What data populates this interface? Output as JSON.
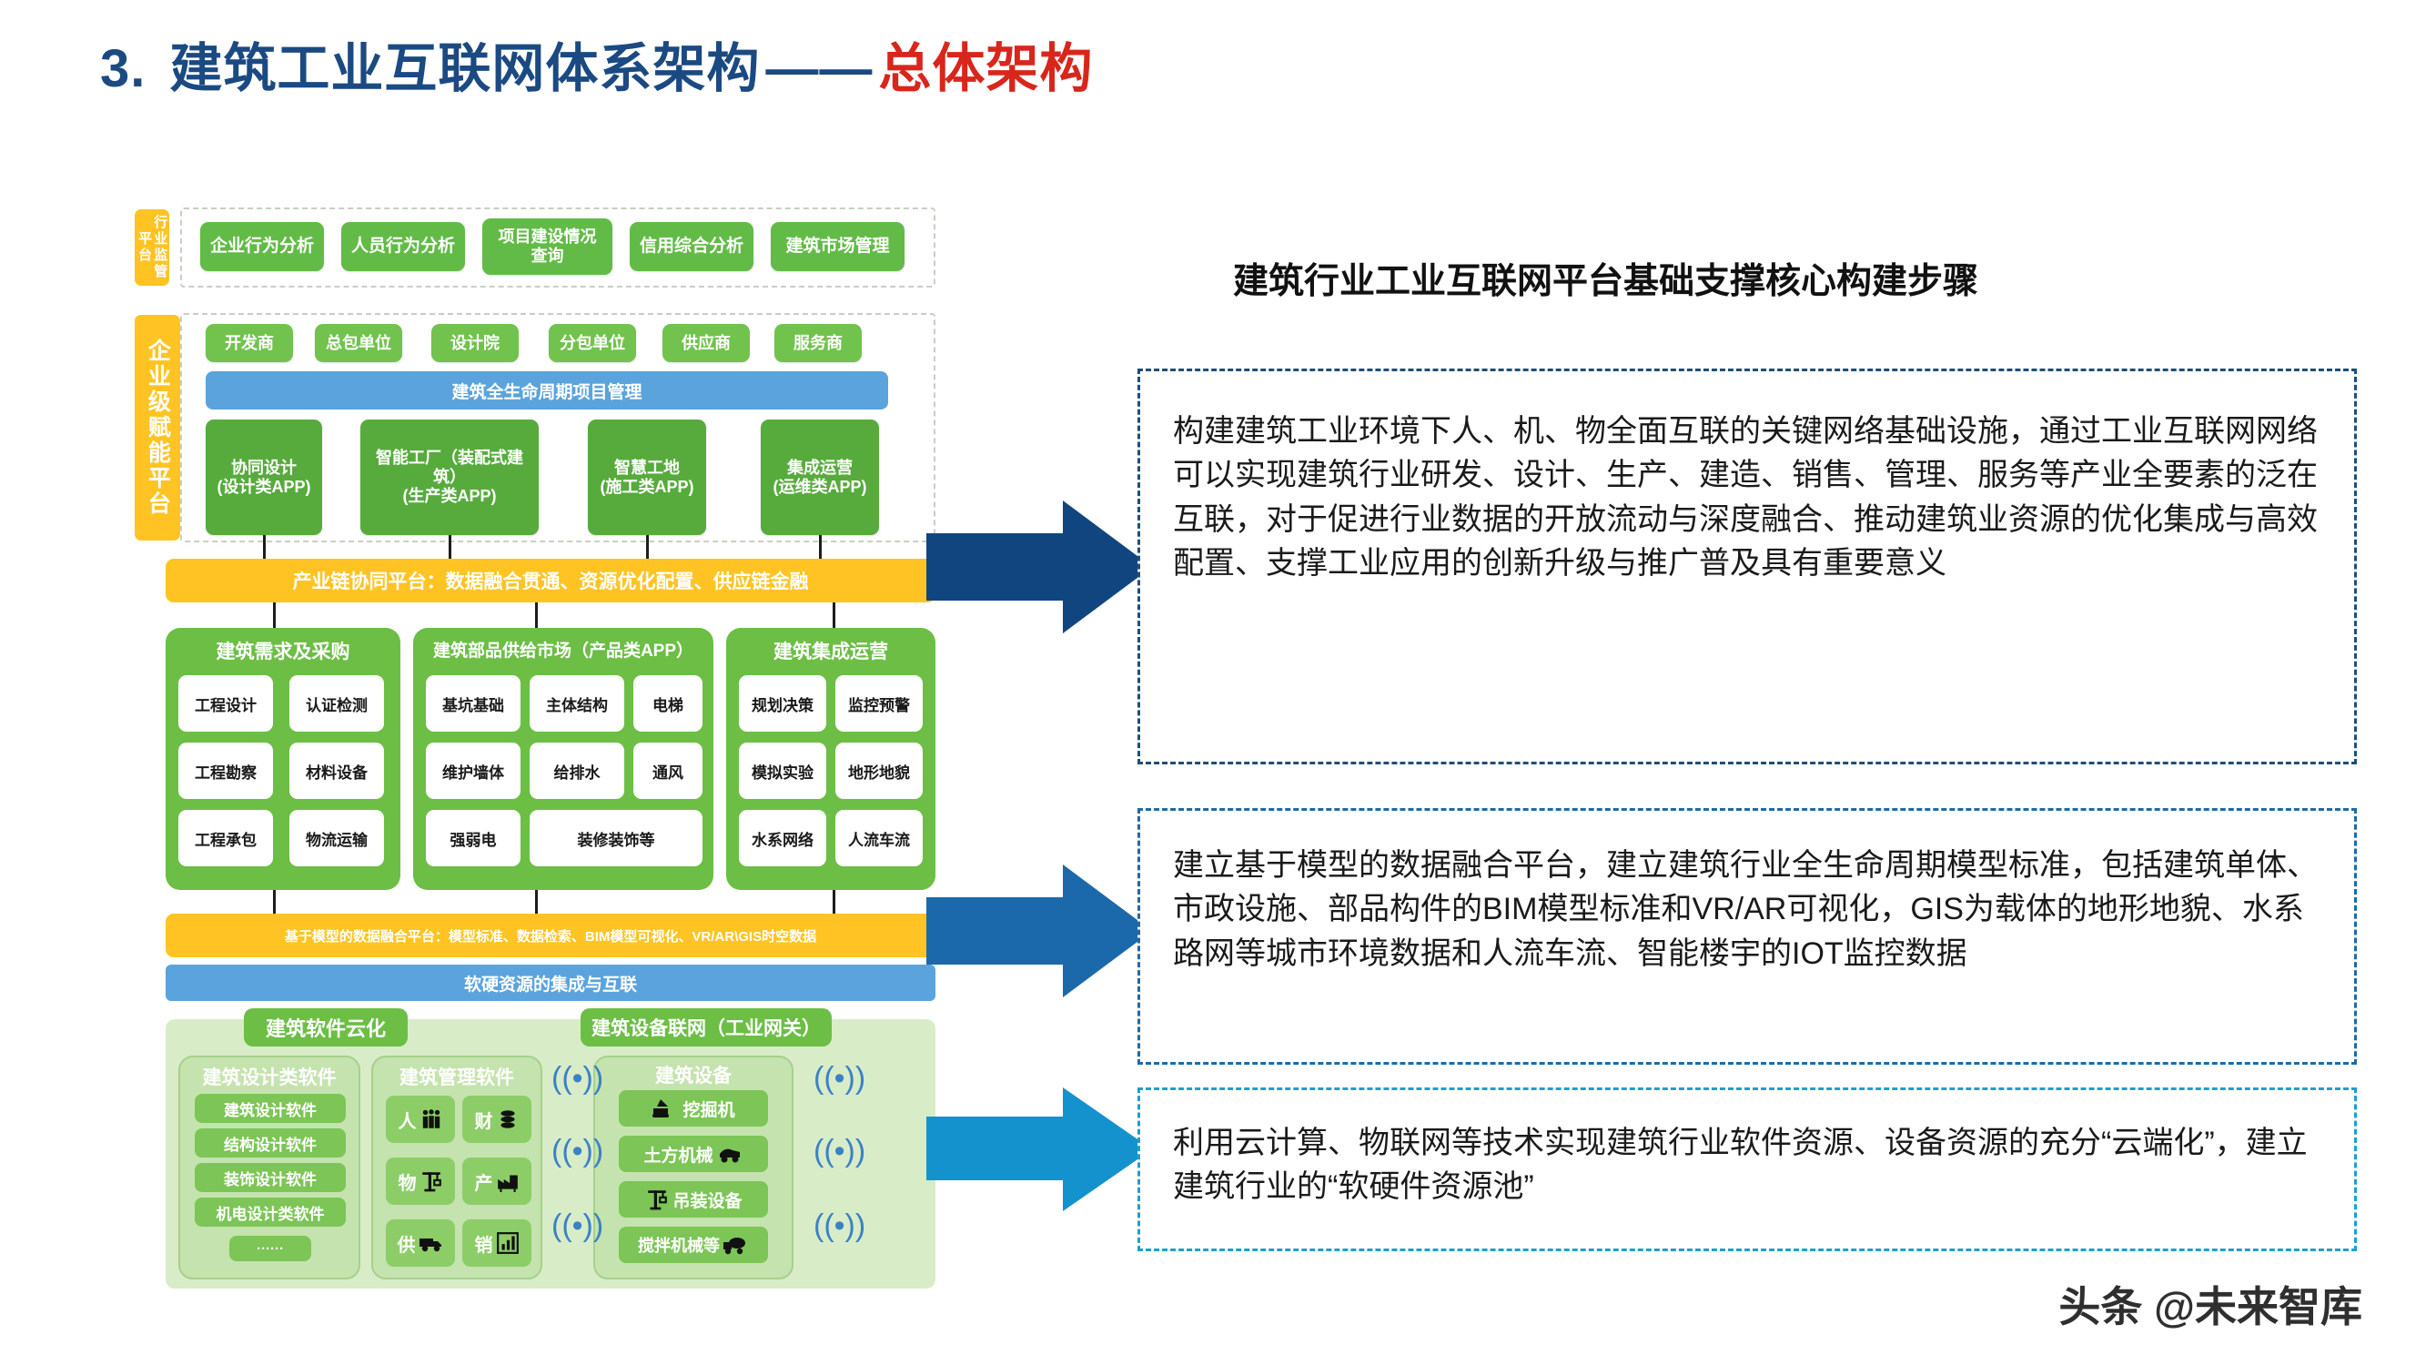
{
  "slide": {
    "title_number": "3.",
    "title_main": "建筑工业互联网体系架构",
    "title_dash": "——",
    "title_accent": "总体架构",
    "watermark": "头条 @未来智库",
    "colors": {
      "title_blue": "#1b4a82",
      "title_red": "#d9261c",
      "green": "#62bb46",
      "yellow": "#ffc423",
      "blue": "#5ba3dc",
      "arrow_1": "#10457f",
      "arrow_2": "#1b69ab",
      "arrow_3": "#1492ce"
    }
  },
  "diagram": {
    "layer1": {
      "side_label": "行业监管平台",
      "items": [
        "企业行为分析",
        "人员行为分析",
        "项目建设情况\n查询",
        "信用综合分析",
        "建筑市场管理"
      ]
    },
    "layer2": {
      "side_label": "企业级赋能平台",
      "roles": [
        "开发商",
        "总包单位",
        "设计院",
        "分包单位",
        "供应商",
        "服务商"
      ],
      "blue_bar": "建筑全生命周期项目管理",
      "apps": [
        "协同设计\n(设计类APP)",
        "智能工厂（装配式建筑）\n(生产类APP)",
        "智慧工地\n(施工类APP)",
        "集成运营\n(运维类APP)"
      ]
    },
    "chain_bar": "产业链协同平台：数据融合贯通、资源优化配置、供应链金融",
    "columns": [
      {
        "header": "建筑需求及采购",
        "cells": [
          "工程设计",
          "认证检测",
          "工程勘察",
          "材料设备",
          "工程承包",
          "物流运输"
        ]
      },
      {
        "header": "建筑部品供给市场（产品类APP）",
        "cells": [
          "基坑基础",
          "主体结构",
          "电梯",
          "维护墙体",
          "给排水",
          "通风",
          "强弱电",
          "装修装饰等"
        ]
      },
      {
        "header": "建筑集成运营",
        "cells": [
          "规划决策",
          "监控预警",
          "模拟实验",
          "地形地貌",
          "水系网络",
          "人流车流"
        ]
      }
    ],
    "model_bar": "基于模型的数据融合平台：模型标准、数据检索、BIM模型可视化、VR/AR\\GIS时空数据",
    "resource_bar": "软硬资源的集成与互联",
    "bottom": {
      "software_cloud_label": "建筑软件云化",
      "equipment_iot_label": "建筑设备联网（工业网关）",
      "design_software_group": "建筑设计类软件",
      "design_software_items": [
        "建筑设计软件",
        "结构设计软件",
        "装饰设计软件",
        "机电设计类软件",
        "······"
      ],
      "management_software_group": "建筑管理软件",
      "management_tiles": [
        "人",
        "财",
        "物",
        "产",
        "供",
        "销"
      ],
      "equipment_group": "建筑设备",
      "equipment_items": [
        "挖掘机",
        "土方机械",
        "吊装设备",
        "搅拌机械等"
      ]
    }
  },
  "right": {
    "heading": "建筑行业工业互联网平台基础支撑核心构建步骤",
    "boxes": [
      {
        "text": "构建建筑工业环境下人、机、物全面互联的关键网络基础设施，通过工业互联网网络可以实现建筑行业研发、设计、生产、建造、销售、管理、服务等产业全要素的泛在互联，对于促进行业数据的开放流动与深度融合、推动建筑业资源的优化集成与高效配置、支撑工业应用的创新升级与推广普及具有重要意义"
      },
      {
        "text": "建立基于模型的数据融合平台，建立建筑行业全生命周期模型标准，包括建筑单体、市政设施、部品构件的BIM模型标准和VR/AR可视化，GIS为载体的地形地貌、水系路网等城市环境数据和人流车流、智能楼宇的IOT监控数据"
      },
      {
        "text": "利用云计算、物联网等技术实现建筑行业软件资源、设备资源的充分“云端化”，建立建筑行业的“软硬件资源池”"
      }
    ]
  }
}
